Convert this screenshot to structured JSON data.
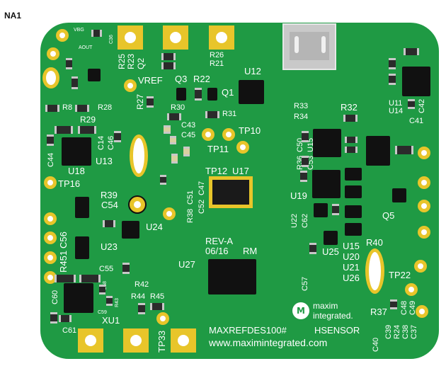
{
  "board_id": "NA1",
  "labels": {
    "vbg": "VBG",
    "aout": "AOUT",
    "c36": "C36",
    "q2": "Q2",
    "r25": "R25",
    "r23": "R23",
    "r26": "R26",
    "r21": "R21",
    "vref": "VREF",
    "q3": "Q3",
    "r22": "R22",
    "q1": "Q1",
    "u12": "U12",
    "r27": "R27",
    "r8": "R8",
    "r28": "R28",
    "r29": "R29",
    "r30": "R30",
    "r31": "R31",
    "c43": "C43",
    "c45": "C45",
    "tp10": "TP10",
    "tp11": "TP11",
    "c44": "C44",
    "c14": "C14",
    "c46": "C46",
    "u18": "U18",
    "u13": "U13",
    "tp16": "TP16",
    "tp12": "TP12",
    "u17": "U17",
    "r39": "R39",
    "c54": "C54",
    "r38": "R38",
    "c52": "C52",
    "c51": "C51",
    "c47": "C47",
    "u24": "U24",
    "r451": "R451",
    "c56": "C56",
    "u23": "U23",
    "c55": "C55",
    "r42": "R42",
    "c60": "C60",
    "c58": "C58",
    "c59": "C59",
    "r43": "R43",
    "xu1": "XU1",
    "r44": "R44",
    "r45": "R45",
    "c61": "C61",
    "tp33": "TP33",
    "rev": "REV-A",
    "date": "06/16",
    "rm": "RM",
    "u27": "U27",
    "r33": "R33",
    "r34": "R34",
    "r32": "R32",
    "r36": "R36",
    "c50": "C50",
    "c53": "C53",
    "u15a": "U15",
    "u19": "U19",
    "u22": "U22",
    "c62": "C62",
    "u25": "U25",
    "u15b": "U15",
    "u20": "U20",
    "u21": "U21",
    "u26": "U26",
    "r40": "R40",
    "q5": "Q5",
    "tp22": "TP22",
    "c57": "C57",
    "r37": "R37",
    "c39": "C39",
    "r24": "R24",
    "c38": "C38",
    "c37": "C37",
    "c48": "C48",
    "c49": "C49",
    "c40": "C40",
    "u11": "U11",
    "u14": "U14",
    "c42": "C42",
    "c41": "C41"
  },
  "logo": {
    "line1": "maxim",
    "line2": "integrated."
  },
  "footer": {
    "part": "MAXREFDES100#",
    "name": "HSENSOR",
    "url": "www.maximintegrated.com"
  },
  "colors": {
    "pcb": "#1f9a44",
    "gold": "#e8c52a",
    "silk": "#ffffff"
  }
}
